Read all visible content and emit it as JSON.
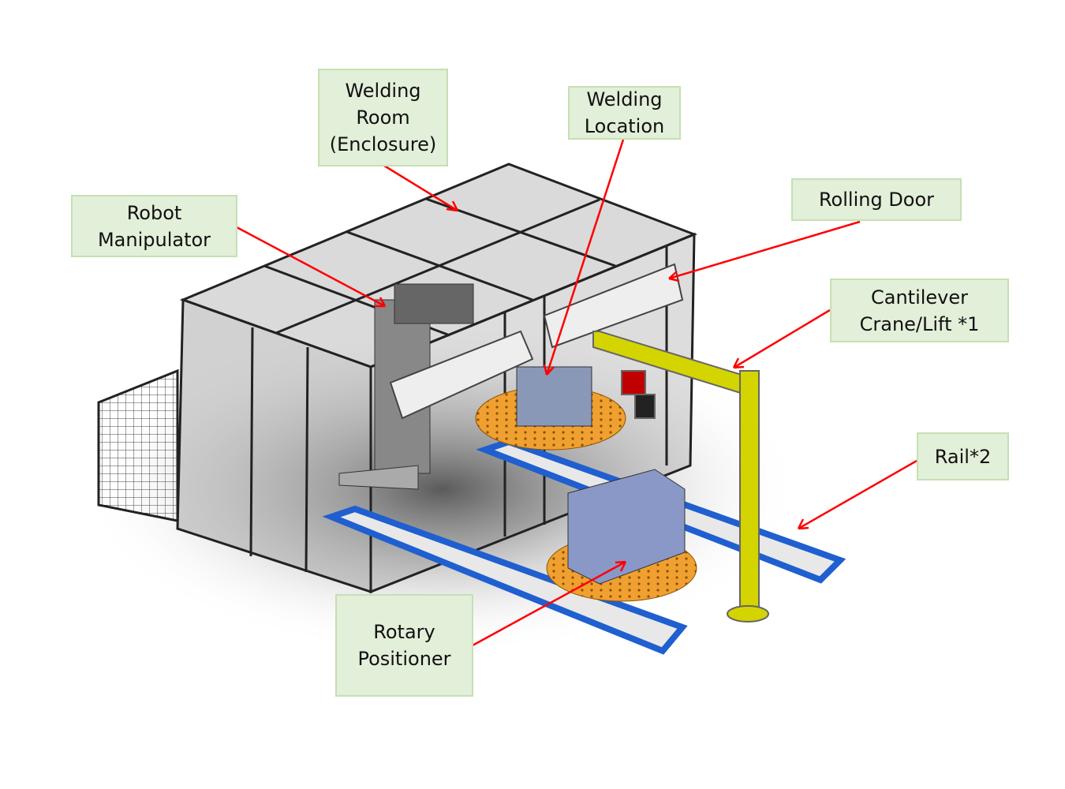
{
  "labels": {
    "welding_room": "Welding\nRoom\n(Enclosure)",
    "welding_location": "Welding\nLocation",
    "robot_manipulator": "Robot\nManipulator",
    "rolling_door": "Rolling Door",
    "cantilever_crane": "Cantilever\nCrane/Lift *1",
    "rail": "Rail*2",
    "rotary_positioner": "Rotary\nPositioner"
  },
  "colors": {
    "label_fill": "#e2efd9",
    "label_border": "#c5e0b3",
    "arrow": "#ff0000",
    "crane": "#d4d400",
    "rail": "#1f5fd0",
    "turntable": "#f0a030"
  }
}
